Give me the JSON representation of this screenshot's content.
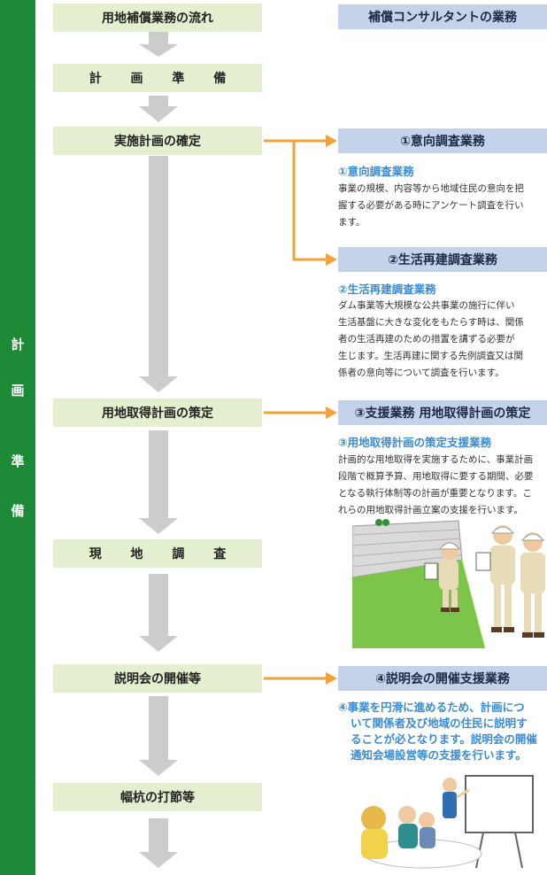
{
  "sidebar": {
    "label_chars": [
      "計",
      "画",
      "準",
      "備"
    ]
  },
  "columns": {
    "flow_header": "用地補償業務の流れ",
    "consultant_header": "補償コンサルタントの業務"
  },
  "flow_steps": [
    {
      "label": "計 画 準 備"
    },
    {
      "label": "実施計画の確定"
    },
    {
      "label": "用地取得計画の策定"
    },
    {
      "label": "現 地 調 査"
    },
    {
      "label": "説明会の開催等"
    },
    {
      "label": "幅杭の打節等"
    }
  ],
  "services": [
    {
      "header": "①意向調査業務",
      "title": "①意向調査業務",
      "lines": [
        "事業の規模、内容等から地域住民の意向を把",
        "握する必要がある時にアンケート調査を行い",
        "ます。"
      ]
    },
    {
      "header": "②生活再建調査業務",
      "title": "②生活再建調査業務",
      "lines": [
        "ダム事業等大規模な公共事業の施行に伴い",
        "生活基盤に大きな変化をもたらす時は、関係",
        "者の生活再建のための措置を講ずる必要が",
        "生じます。生活再建に関する先例調査又は関",
        "係者の意向等について調査を行います。"
      ]
    },
    {
      "header": "③支援業務 用地取得計画の策定",
      "title": "③用地取得計画の策定支援業務",
      "lines": [
        "計画的な用地取得を実施するために、事業計画",
        "段階で概算予算、用地取得に要する期間、必要",
        "となる執行体制等の計画が重要となります。こ",
        "れらの用地取得計画立案の支援を行います。"
      ]
    },
    {
      "header": "④説明会の開催支援業務",
      "lines": [
        "④事業を円滑に進めるため、計画につ",
        "いて関係者及び地域の住民に説明す",
        "ることが必となります。説明会の開催",
        "通知会場設営等の支援を行います。"
      ]
    }
  ],
  "colors": {
    "sidebar": "#1e8a37",
    "step_bg": "#e3efcf",
    "service_bg": "#c5d3ea",
    "connector": "#f2a23a",
    "flow_arrow": "#cccccc",
    "desc_title": "#3a8bd1"
  }
}
